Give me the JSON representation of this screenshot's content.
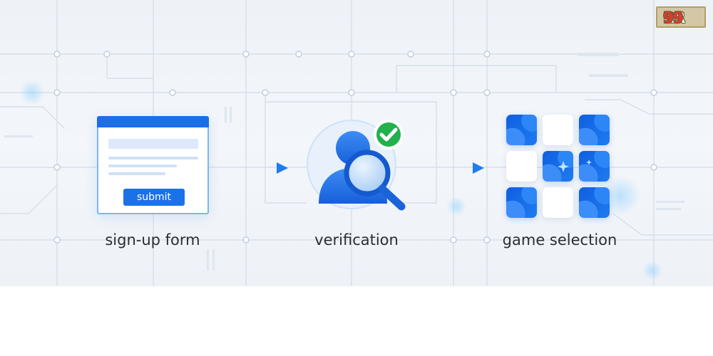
{
  "brand": {
    "logo_text_a": "RR",
    "logo_text_b": "99"
  },
  "steps": [
    {
      "label": "sign-up form",
      "icon": "form-window-icon"
    },
    {
      "label": "verification",
      "icon": "user-search-check-icon"
    },
    {
      "label": "game selection",
      "icon": "game-grid-icon"
    }
  ],
  "form": {
    "submit_label": "submit"
  },
  "colors": {
    "primary": "#1b6ee6",
    "accent_light": "#7fb6ec",
    "check_green": "#22b14c",
    "arrow": "#2b8cf0",
    "label_text": "#2a2d33"
  },
  "game_grid": [
    [
      "blue",
      "white",
      "blue"
    ],
    [
      "white",
      "blue",
      "blue"
    ],
    [
      "blue",
      "white",
      "blue"
    ]
  ]
}
